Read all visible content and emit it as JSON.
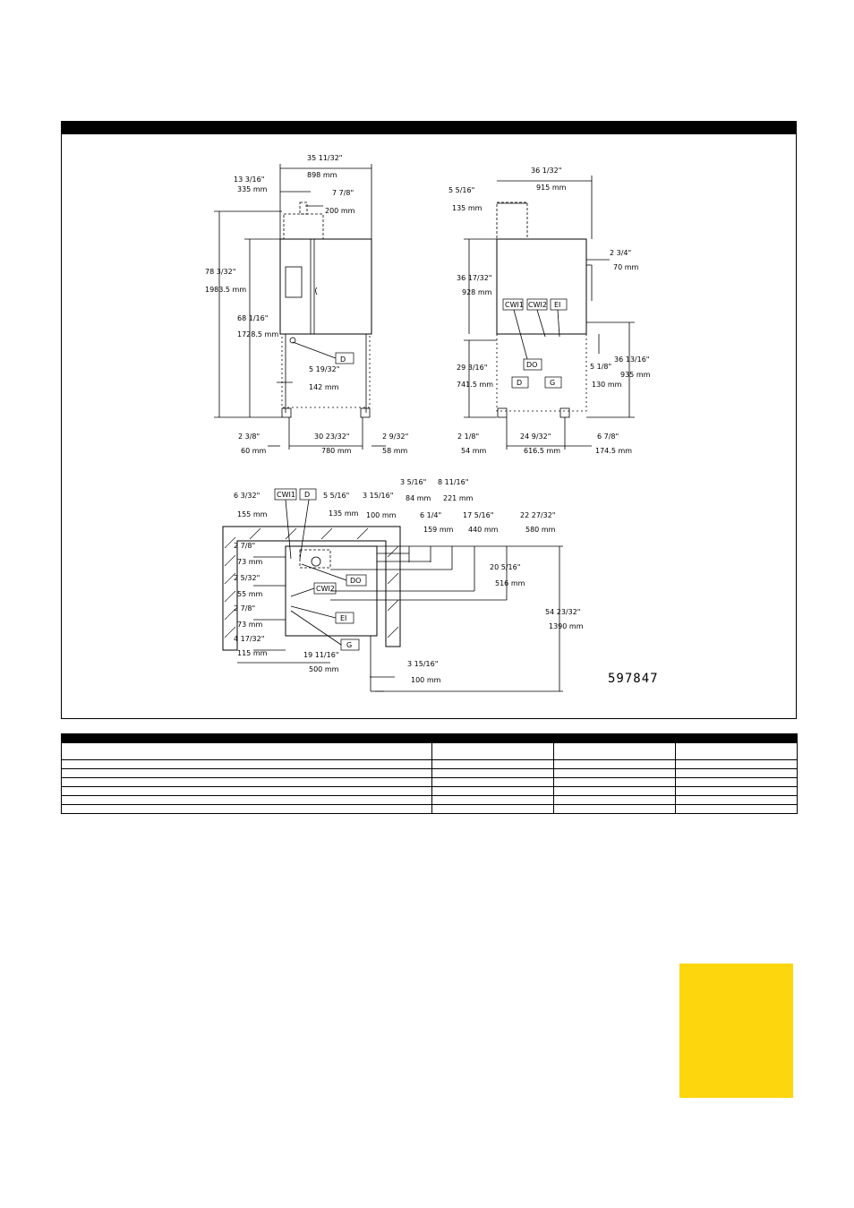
{
  "drawing": {
    "code": "597847",
    "connection_labels": {
      "cwi1": "CWI1",
      "cwi2": "CWI2",
      "ei": "EI",
      "d": "D",
      "do": "DO",
      "g": "G"
    },
    "front_view_dims": [
      {
        "inch": "35 11/32\"",
        "mm": "898 mm"
      },
      {
        "inch": "13 3/16\"",
        "mm": "335 mm"
      },
      {
        "inch": "7 7/8\"",
        "mm": "200 mm"
      },
      {
        "inch": "78 3/32\"",
        "mm": "1983.5 mm"
      },
      {
        "inch": "68 1/16\"",
        "mm": "1728.5 mm"
      },
      {
        "inch": "5 19/32\"",
        "mm": "142 mm"
      },
      {
        "inch": "2 3/8\"",
        "mm": "60 mm"
      },
      {
        "inch": "30 23/32\"",
        "mm": "780 mm"
      },
      {
        "inch": "2 9/32\"",
        "mm": "58 mm"
      }
    ],
    "side_view_dims": [
      {
        "inch": "36 1/32\"",
        "mm": "915 mm"
      },
      {
        "inch": "5 5/16\"",
        "mm": "135 mm"
      },
      {
        "inch": "2 3/4\"",
        "mm": "70 mm"
      },
      {
        "inch": "36 17/32\"",
        "mm": "928 mm"
      },
      {
        "inch": "29 3/16\"",
        "mm": "741.5 mm"
      },
      {
        "inch": "5 1/8\"",
        "mm": "130 mm"
      },
      {
        "inch": "36 13/16\"",
        "mm": "935 mm"
      },
      {
        "inch": "2 1/8\"",
        "mm": "54 mm"
      },
      {
        "inch": "24 9/32\"",
        "mm": "616.5 mm"
      },
      {
        "inch": "6 7/8\"",
        "mm": "174.5 mm"
      }
    ],
    "top_view_dims": [
      {
        "inch": "6 3/32\"",
        "mm": "155 mm"
      },
      {
        "inch": "5 5/16\"",
        "mm": "135 mm"
      },
      {
        "inch": "3 15/16\"",
        "mm": "100 mm"
      },
      {
        "inch": "3 5/16\"",
        "mm": "84 mm"
      },
      {
        "inch": "8 11/16\"",
        "mm": "221 mm"
      },
      {
        "inch": "6 1/4\"",
        "mm": "159 mm"
      },
      {
        "inch": "17 5/16\"",
        "mm": "440 mm"
      },
      {
        "inch": "22 27/32\"",
        "mm": "580 mm"
      },
      {
        "inch": "2 7/8\"",
        "mm": "73 mm"
      },
      {
        "inch": "2 5/32\"",
        "mm": "55 mm"
      },
      {
        "inch": "2 7/8\"",
        "mm": "73 mm"
      },
      {
        "inch": "4 17/32\"",
        "mm": "115 mm"
      },
      {
        "inch": "19 11/16\"",
        "mm": "500 mm"
      },
      {
        "inch": "20 5/16\"",
        "mm": "516 mm"
      },
      {
        "inch": "54 23/32\"",
        "mm": "1390 mm"
      },
      {
        "inch": "3 15/16\"",
        "mm": "100 mm"
      }
    ]
  },
  "colors": {
    "accent_yellow": "#FDD60E",
    "ink": "#000000"
  }
}
